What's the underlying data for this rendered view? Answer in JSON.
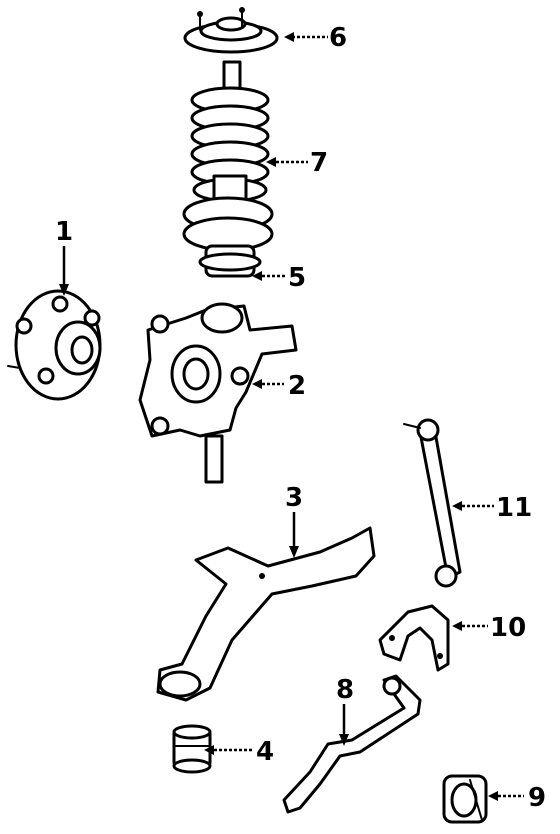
{
  "callouts": [
    {
      "id": "1",
      "part": "hub"
    },
    {
      "id": "2",
      "part": "knuckle"
    },
    {
      "id": "3",
      "part": "lower control arm"
    },
    {
      "id": "4",
      "part": "control arm bushing"
    },
    {
      "id": "5",
      "part": "strut"
    },
    {
      "id": "6",
      "part": "strut mount"
    },
    {
      "id": "7",
      "part": "coil spring"
    },
    {
      "id": "8",
      "part": "stabilizer bar"
    },
    {
      "id": "9",
      "part": "stabilizer bar bushing"
    },
    {
      "id": "10",
      "part": "bushing bracket"
    },
    {
      "id": "11",
      "part": "stabilizer link"
    }
  ]
}
